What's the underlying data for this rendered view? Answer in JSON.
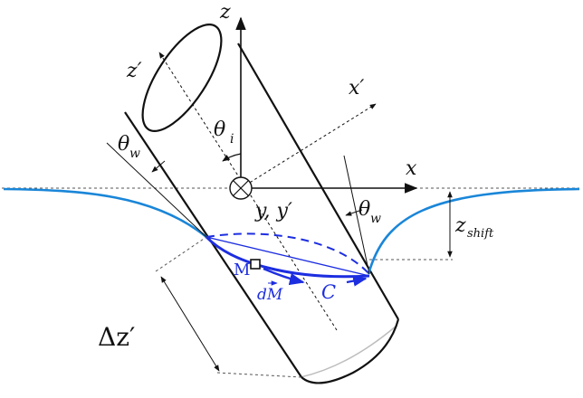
{
  "labels": {
    "z": "z",
    "z_prime": "z′",
    "x": "x",
    "x_prime": "x′",
    "theta": "θ",
    "sub_i": "i",
    "sub_w": "w",
    "y_label": "y, y′",
    "z_shift_main": "z",
    "z_shift_sub": "shift",
    "point_M": "M",
    "dM": "dM",
    "contour_C": "C",
    "delta_z": "Δz′"
  },
  "colors": {
    "meniscus": "#1a86d8",
    "contour": "#1d2ee0",
    "ink": "#111111",
    "guide": "#555555"
  }
}
